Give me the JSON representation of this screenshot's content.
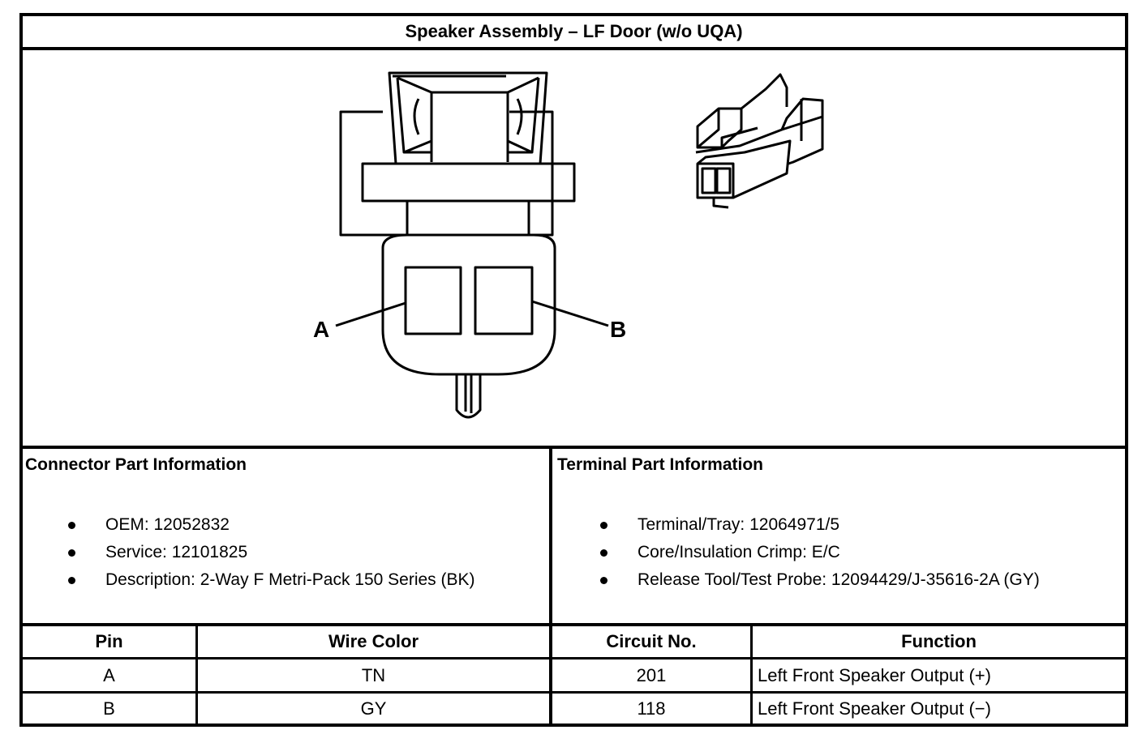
{
  "title": "Speaker Assembly – LF Door (w/o UQA)",
  "diagram": {
    "pin_labels": [
      "A",
      "B"
    ]
  },
  "connector_info": {
    "heading": "Connector Part Information",
    "items": [
      "OEM: 12052832",
      "Service: 12101825",
      "Description: 2-Way F Metri-Pack 150 Series (BK)"
    ]
  },
  "terminal_info": {
    "heading": "Terminal Part Information",
    "items": [
      "Terminal/Tray: 12064971/5",
      "Core/Insulation Crimp: E/C",
      "Release Tool/Test Probe: 12094429/J-35616-2A (GY)"
    ]
  },
  "table": {
    "headers": [
      "Pin",
      "Wire Color",
      "Circuit No.",
      "Function"
    ],
    "rows": [
      [
        "A",
        "TN",
        "201",
        "Left Front Speaker Output (+)"
      ],
      [
        "B",
        "GY",
        "118",
        "Left Front Speaker Output (−)"
      ]
    ]
  }
}
